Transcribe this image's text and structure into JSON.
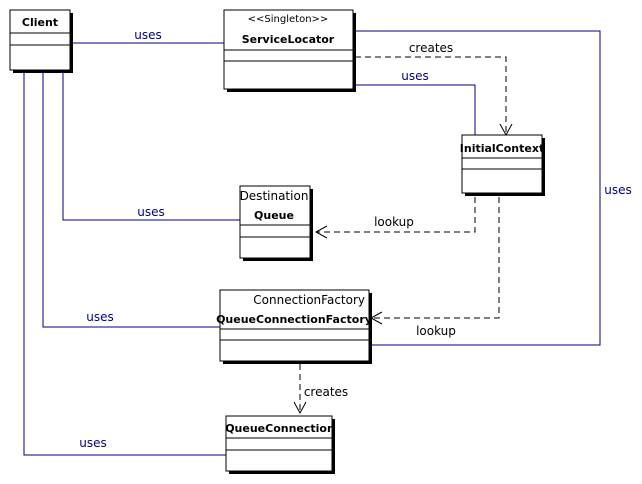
{
  "classes": {
    "client": {
      "name": "Client"
    },
    "service_locator": {
      "stereotype": "<<Singleton>>",
      "name": "ServiceLocator"
    },
    "initial_context": {
      "name": "InitialContext"
    },
    "queue": {
      "stereotype": "Destination",
      "name": "Queue"
    },
    "queue_connection_factory": {
      "stereotype": "ConnectionFactory",
      "name": "QueueConnectionFactory"
    },
    "queue_connection": {
      "name": "QueueConnection"
    }
  },
  "relations": {
    "client_uses_service_locator": "uses",
    "service_locator_creates_initial_context": "creates",
    "service_locator_uses_initial_context": "uses",
    "client_uses_queue": "uses",
    "initial_context_lookup_queue": "lookup",
    "client_uses_qcf": "uses",
    "initial_context_lookup_qcf": "lookup",
    "service_locator_uses_qcf": "uses",
    "qcf_creates_queue_connection": "creates",
    "client_uses_queue_connection": "uses"
  },
  "colors": {
    "association": "#000080",
    "dependency": "#000000",
    "box_shadow": "#000000"
  }
}
